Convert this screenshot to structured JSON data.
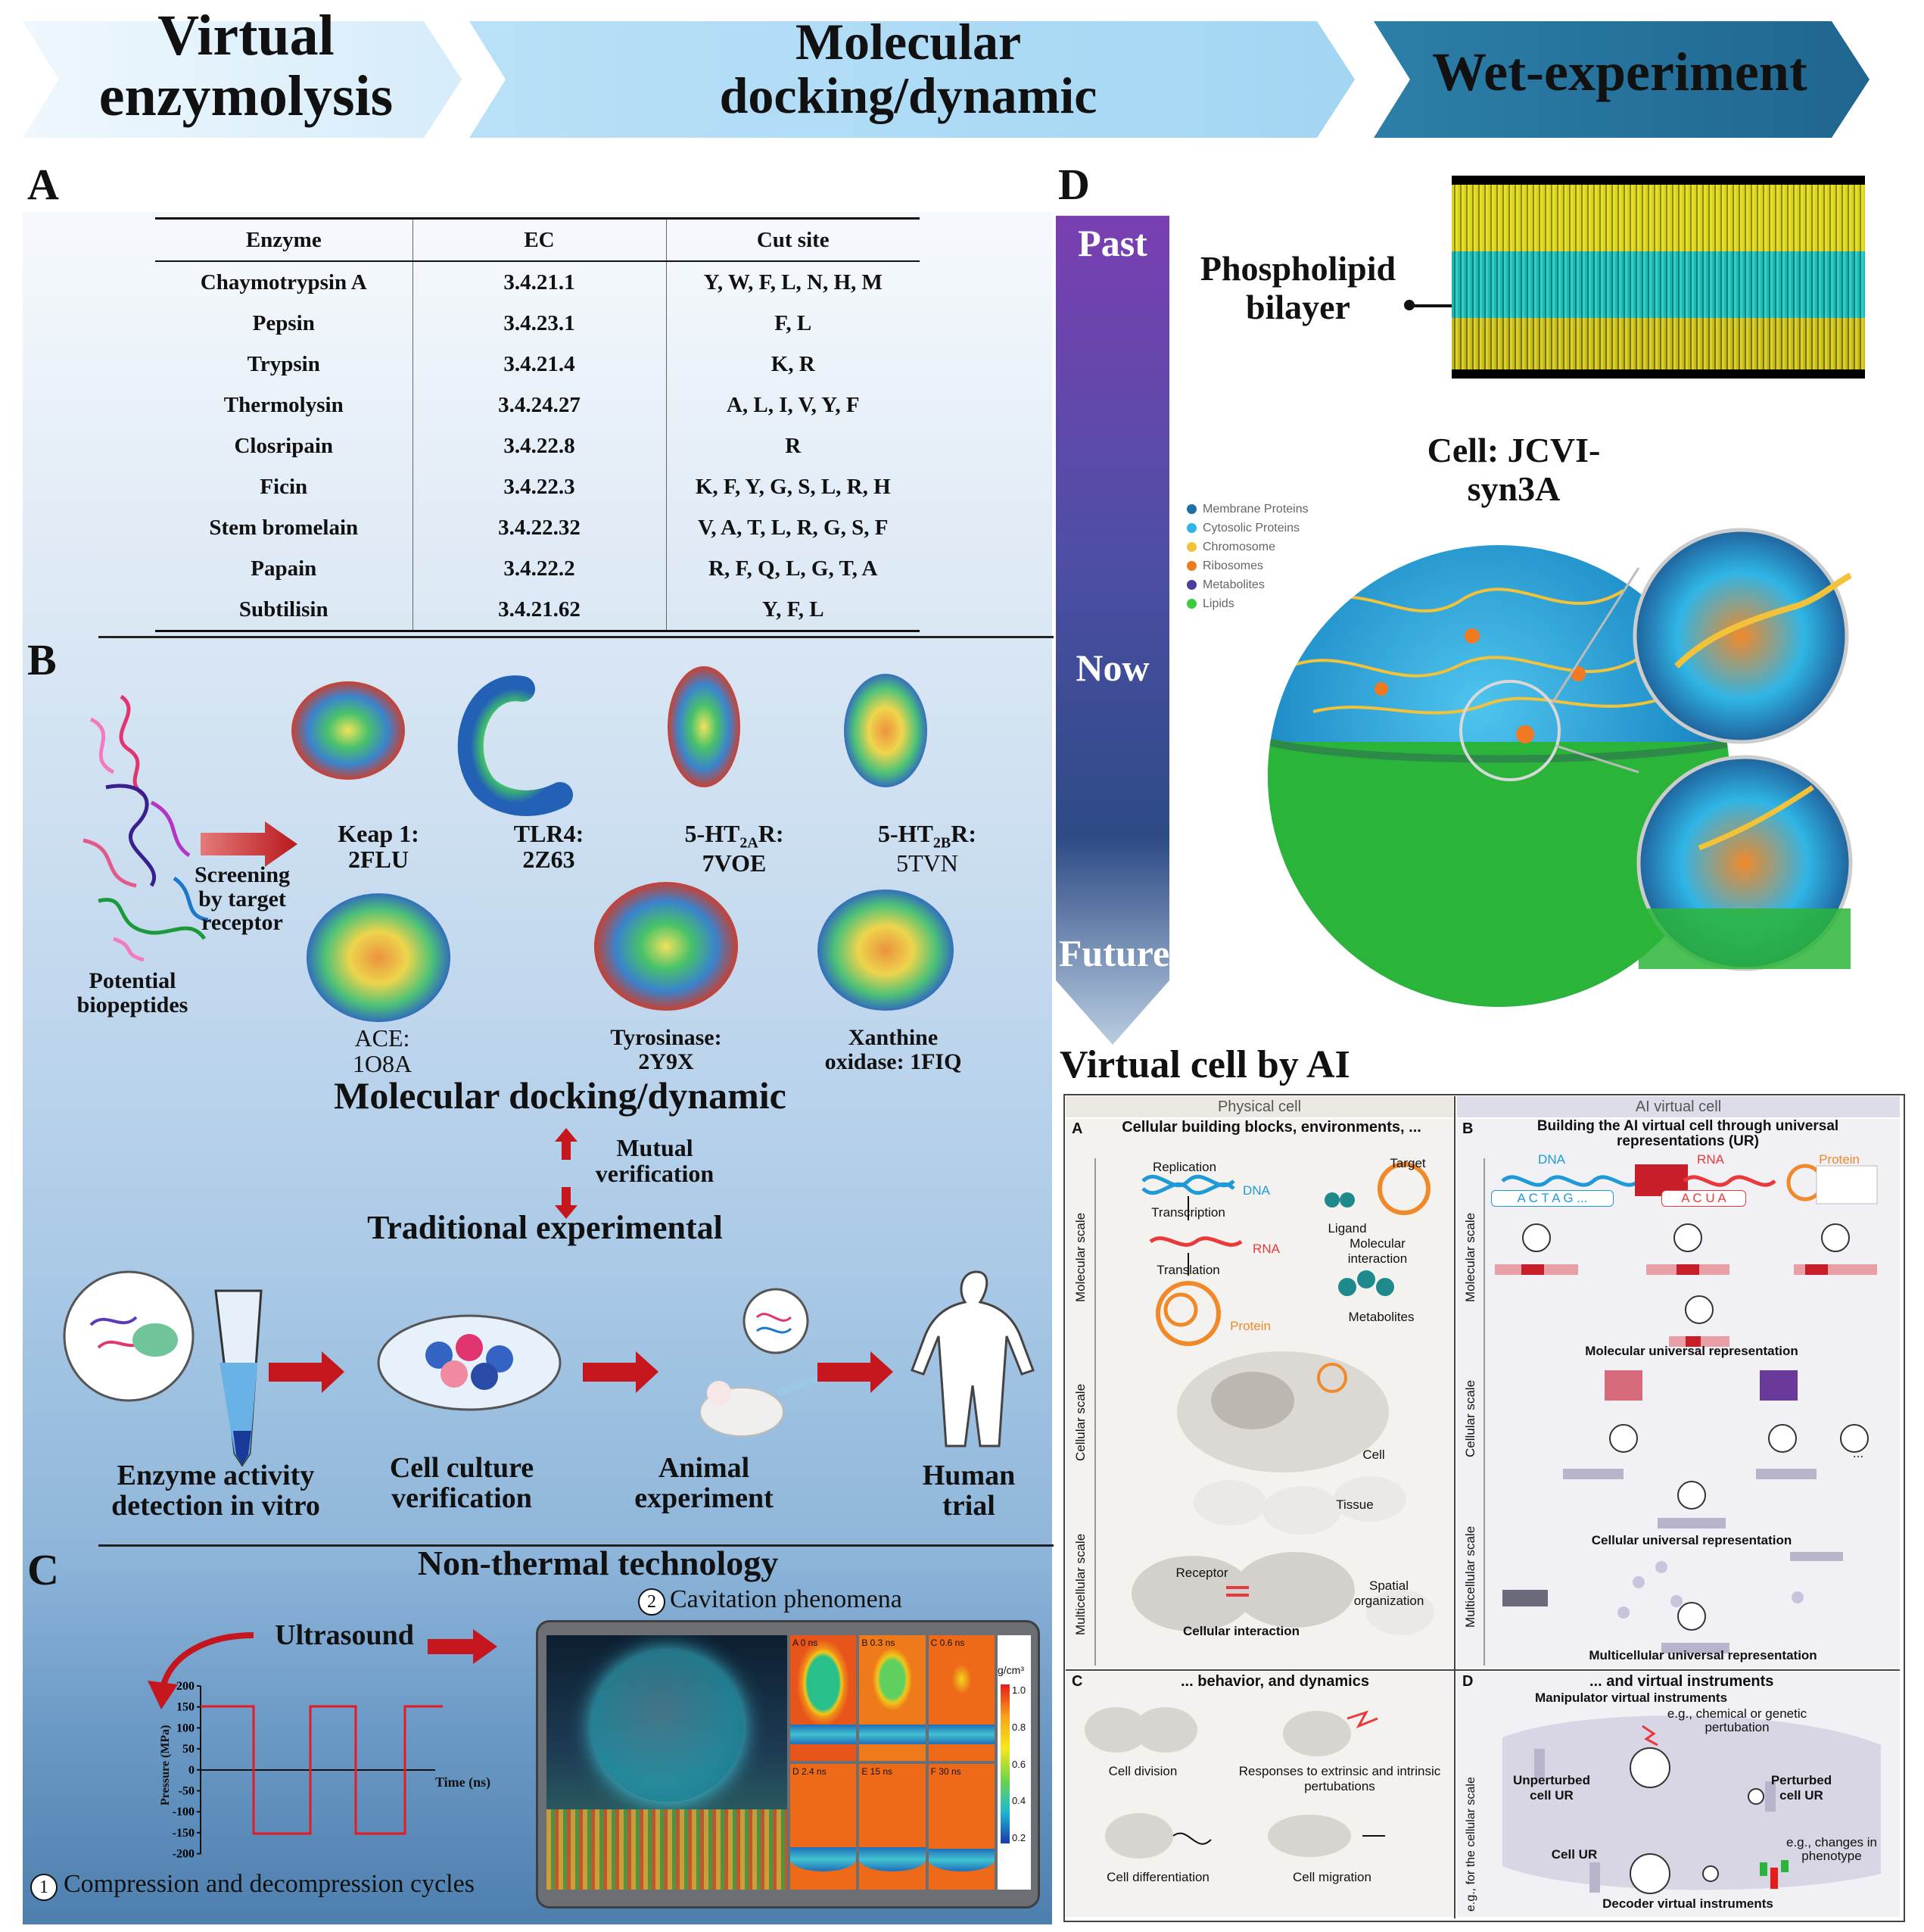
{
  "banners": {
    "stage1": "Virtual enzymolysis",
    "stage2": "Molecular docking/dynamic",
    "stage3": "Wet-experiment"
  },
  "panels": {
    "a": "A",
    "b": "B",
    "c": "C",
    "d": "D"
  },
  "enzyme_table": {
    "headers": [
      "Enzyme",
      "EC",
      "Cut site"
    ],
    "rows": [
      [
        "Chaymotrypsin A",
        "3.4.21.1",
        "Y, W, F, L, N, H, M"
      ],
      [
        "Pepsin",
        "3.4.23.1",
        "F, L"
      ],
      [
        "Trypsin",
        "3.4.21.4",
        "K, R"
      ],
      [
        "Thermolysin",
        "3.4.24.27",
        "A, L, I, V, Y, F"
      ],
      [
        "Closripain",
        "3.4.22.8",
        "R"
      ],
      [
        "Ficin",
        "3.4.22.3",
        "K, F, Y, G, S, L, R, H"
      ],
      [
        "Stem bromelain",
        "3.4.22.32",
        "V, A, T, L, R, G, S, F"
      ],
      [
        "Papain",
        "3.4.22.2",
        "R, F, Q, L, G, T, A"
      ],
      [
        "Subtilisin",
        "3.4.21.62",
        "Y, F, L"
      ]
    ]
  },
  "panel_b": {
    "peptides_label": "Potential biopeptides",
    "screening_label": "Screening by target receptor",
    "receptors": [
      {
        "name": "Keap 1:",
        "code": "2FLU"
      },
      {
        "name": "TLR4:",
        "code": "2Z63"
      },
      {
        "name": "5-HT",
        "sub": "2A",
        "suffix": "R:",
        "code": "7VOE"
      },
      {
        "name": "5-HT",
        "sub": "2B",
        "suffix": "R:",
        "code": "5TVN"
      },
      {
        "name": "ACE:",
        "code": "1O8A"
      },
      {
        "name": "Tyrosinase:",
        "code": "2Y9X"
      },
      {
        "name": "Xanthine",
        "code": "oxidase: 1FIQ"
      }
    ],
    "docking_title": "Molecular docking/dynamic",
    "mutual": "Mutual verification",
    "traditional": "Traditional experimental",
    "steps": [
      "Enzyme activity detection in vitro",
      "Cell culture verification",
      "Animal experiment",
      "Human trial"
    ]
  },
  "panel_c": {
    "title": "Non-thermal technology",
    "ultrasound": "Ultrasound",
    "cavitation": "Cavitation phenomena",
    "cavitation_num": "2",
    "compression": "Compression and decompression cycles",
    "compression_num": "1",
    "y_axis_label": "Pressure (MPa)",
    "x_axis_label": "Time (ns)",
    "y_ticks": [
      "200",
      "150",
      "100",
      "50",
      "0",
      "-50",
      "-100",
      "-150",
      "-200"
    ],
    "frames": [
      "A   0 ns",
      "B   0.3 ns",
      "C   0.6 ns",
      "D   2.4 ns",
      "E   15 ns",
      "F   30 ns"
    ],
    "colorbar_unit": "g/cm³",
    "colorbar_ticks": [
      "1.0",
      "0.8",
      "0.6",
      "0.4",
      "0.2"
    ]
  },
  "panel_d": {
    "timeline": [
      "Past",
      "Now",
      "Future"
    ],
    "bilayer_label": "Phospholipid bilayer",
    "cell_label": "Cell: JCVI-syn3A",
    "legend": [
      {
        "label": "Membrane Proteins",
        "color": "#1d6fa5"
      },
      {
        "label": "Cytosolic Proteins",
        "color": "#2fb5e6"
      },
      {
        "label": "Chromosome",
        "color": "#f2c23a"
      },
      {
        "label": "Ribosomes",
        "color": "#f07a22"
      },
      {
        "label": "Metabolites",
        "color": "#4a3e9a"
      },
      {
        "label": "Lipids",
        "color": "#3ccb3c"
      }
    ]
  },
  "virtual_cell": {
    "title": "Virtual cell by AI",
    "physical_header": "Physical cell",
    "ai_header": "AI virtual cell",
    "sec_a_letter": "A",
    "sec_a_title": "Cellular building blocks, environments, ...",
    "sec_b_letter": "B",
    "sec_b_title": "Building the AI virtual cell through universal representations (UR)",
    "sec_c_letter": "C",
    "sec_c_title": "... behavior, and dynamics",
    "sec_d_letter": "D",
    "sec_d_title": "... and virtual instruments",
    "scales": [
      "Molecular scale",
      "Cellular scale",
      "Multicellular scale"
    ],
    "phys_labels": {
      "replication": "Replication",
      "dna": "DNA",
      "transcription": "Transcription",
      "rna": "RNA",
      "translation": "Translation",
      "protein": "Protein",
      "target": "Target",
      "ligand": "Ligand",
      "molecular_interaction": "Molecular interaction",
      "metabolites": "Metabolites",
      "cell": "Cell",
      "tissue": "Tissue",
      "receptor": "Receptor",
      "cellular_interaction": "Cellular interaction",
      "spatial": "Spatial organization"
    },
    "ai_labels": {
      "dna": "DNA",
      "rna": "RNA",
      "protein": "Protein",
      "dna_seq": "A C T A G ...",
      "rna_seq": "A C U A",
      "mol_ur": "Molecular universal representation",
      "cell_ur": "Cellular universal representation",
      "multi_ur": "Multicellular universal representation",
      "ellipsis": "..."
    },
    "behav_labels": [
      "Cell division",
      "Responses to extrinsic and intrinsic pertubations",
      "Cell differentiation",
      "Cell migration"
    ],
    "instr_labels": {
      "manipulator": "Manipulator virtual instruments",
      "chemical": "e.g., chemical or genetic pertubation",
      "unperturbed": "Unperturbed cell UR",
      "perturbed": "Perturbed cell UR",
      "cell_ur": "Cell UR",
      "phenotype": "e.g., changes in phenotype",
      "decoder": "Decoder virtual instruments",
      "side": "e.g., for the cellular scale"
    }
  }
}
